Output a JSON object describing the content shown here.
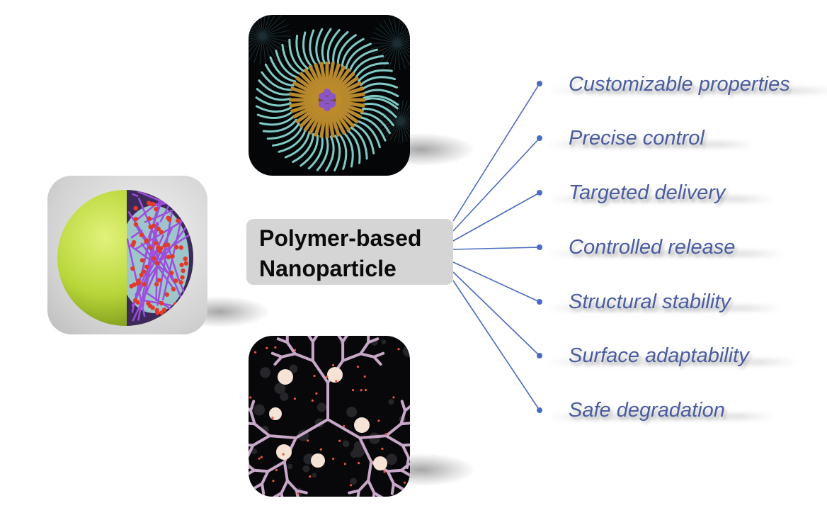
{
  "center": {
    "line1": "Polymer-based",
    "line2": "Nanoparticle"
  },
  "tiles": [
    {
      "name": "micelle-image"
    },
    {
      "name": "nanosphere-image"
    },
    {
      "name": "dendrimer-image"
    }
  ],
  "properties": [
    "Customizable properties",
    "Precise control",
    "Targeted delivery",
    "Controlled release",
    "Structural stability",
    "Surface adaptability",
    "Safe degradation"
  ],
  "colors": {
    "connector": "#4a6cc0",
    "label": "#4a5d9f",
    "box": "#d6d5d5"
  }
}
